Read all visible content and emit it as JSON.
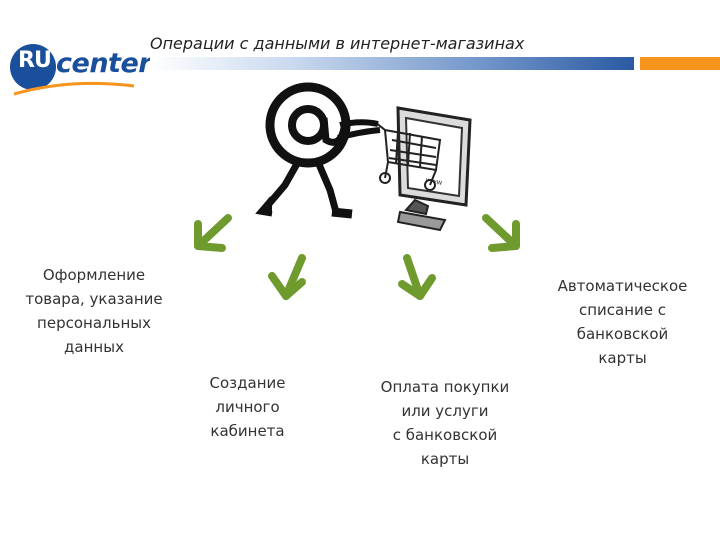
{
  "header": {
    "title": "Операции с данными в интернет-магазинах",
    "accent_color": "#f7941d",
    "brand_color": "#1a4f9c"
  },
  "logo": {
    "ru": "RU",
    "center": "center"
  },
  "illustration": {
    "icon": "at-sign-character-pushing-cart-into-monitor-icon",
    "screen_text": "www"
  },
  "arrows": {
    "color": "#6f9a2e",
    "icon": "arrow-icon"
  },
  "steps": [
    {
      "label": "Оформление\nтовара, указание\nперсональных\nданных"
    },
    {
      "label": "Создание\nличного\nкабинета"
    },
    {
      "label": "Оплата покупки\nили услуги\nс банковской\nкарты"
    },
    {
      "label": "Автоматическое\nсписание с\nбанковской\nкарты"
    }
  ]
}
